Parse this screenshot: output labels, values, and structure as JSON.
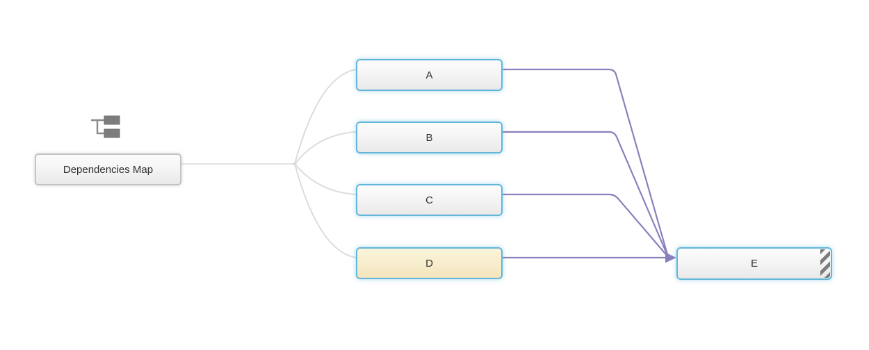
{
  "app": {
    "type": "dependency-map-diagram",
    "background": "#ffffff"
  },
  "root": {
    "label": "Dependencies Map",
    "icon": "hierarchy-icon"
  },
  "nodes": [
    {
      "id": "A",
      "label": "A",
      "style": "blue"
    },
    {
      "id": "B",
      "label": "B",
      "style": "blue"
    },
    {
      "id": "C",
      "label": "C",
      "style": "blue"
    },
    {
      "id": "D",
      "label": "D",
      "style": "blue-yellow-highlight"
    },
    {
      "id": "E",
      "label": "E",
      "style": "blue",
      "decoration": "diagonal-striped-right-band"
    }
  ],
  "edges": {
    "tree_links": [
      {
        "from": "root",
        "to": "A"
      },
      {
        "from": "root",
        "to": "B"
      },
      {
        "from": "root",
        "to": "C"
      },
      {
        "from": "root",
        "to": "D"
      }
    ],
    "dependency_links": [
      {
        "from": "A",
        "to": "E"
      },
      {
        "from": "B",
        "to": "E"
      },
      {
        "from": "C",
        "to": "E"
      },
      {
        "from": "D",
        "to": "E"
      }
    ]
  },
  "colors": {
    "node_border_blue": "#62b6d9",
    "node_glow_blue": "rgba(98,182,217,0.55)",
    "root_border_gray": "#c3c3c3",
    "tree_link_gray": "#dcdcdc",
    "dependency_link_purple": "#8781bd",
    "highlight_fill_top": "#fbf4da",
    "highlight_fill_bottom": "#f3e5bd",
    "stripe_gray": "#7c7c7c",
    "icon_gray": "#7d7d7d",
    "text": "#2e2e2e"
  }
}
